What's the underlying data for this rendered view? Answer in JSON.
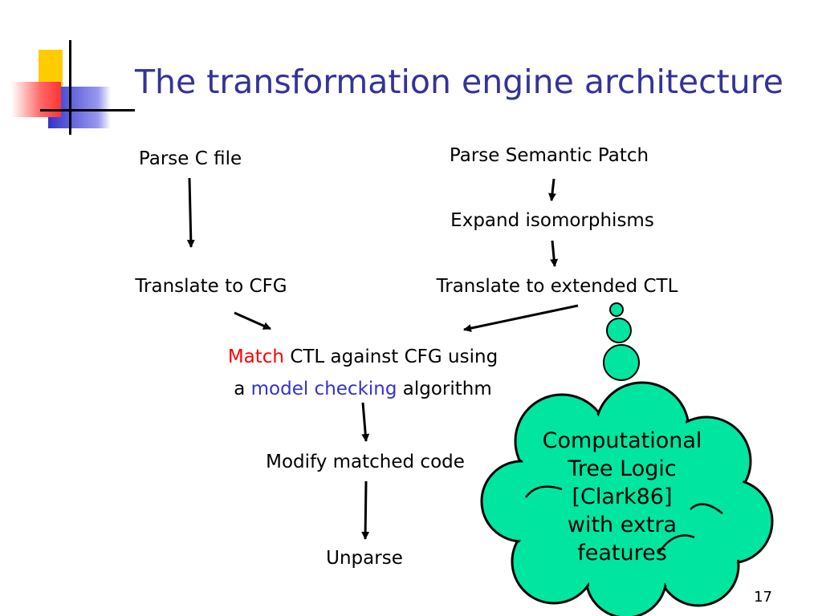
{
  "slide": {
    "title": "The transformation engine architecture",
    "page_number": "17"
  },
  "nodes": {
    "parse_c": "Parse C file",
    "parse_sp": "Parse Semantic Patch",
    "expand_iso": "Expand isomorphisms",
    "translate_cfg": "Translate to CFG",
    "translate_ctl": "Translate to extended CTL",
    "match": {
      "word_match": "Match",
      "rest1": " CTL against CFG using",
      "prefix2": "a ",
      "word_model": "model checking",
      "rest2": " algorithm"
    },
    "modify": "Modify matched code",
    "unparse": "Unparse"
  },
  "callout": {
    "lines": [
      "Computational",
      "Tree Logic",
      "[Clark86]",
      "with extra",
      "features"
    ]
  },
  "colors": {
    "title": "#333399",
    "highlight_red": "#ff0000",
    "highlight_blue": "#3333cc",
    "cloud_fill": "#00e6a0"
  }
}
